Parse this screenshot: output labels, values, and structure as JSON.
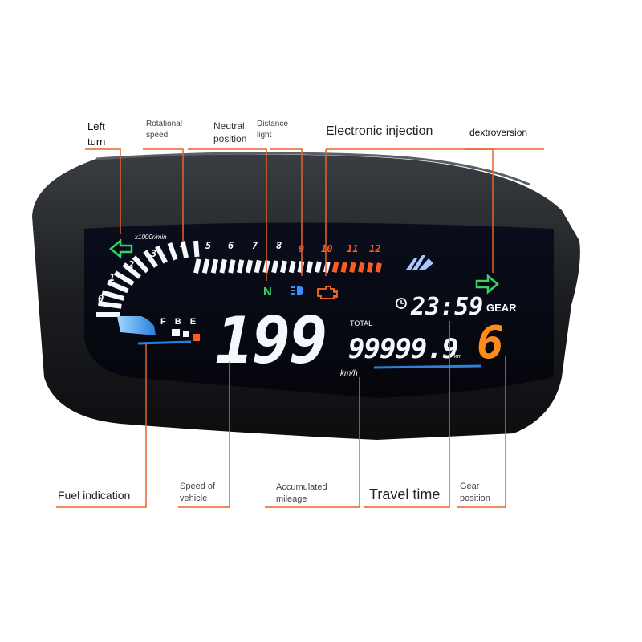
{
  "labels": {
    "left_turn": "Left\nturn",
    "rotational_speed": "Rotational\nspeed",
    "neutral_position": "Neutral\nposition",
    "distance_light": "Distance\nlight",
    "electronic_injection": "Electronic injection",
    "dextroversion": "dextroversion",
    "fuel_indication": "Fuel indication",
    "speed_of_vehicle": "Speed of\nvehicle",
    "accumulated_mileage": "Accumulated\nmileage",
    "travel_time": "Travel time",
    "gear_position": "Gear\nposition"
  },
  "display": {
    "rpm_unit": "x1000r/min",
    "rpm_ticks": [
      "0",
      "1",
      "2",
      "3",
      "4",
      "5",
      "6",
      "7",
      "8",
      "9",
      "10",
      "11",
      "12"
    ],
    "neutral": "N",
    "fuel_letters": "F B E",
    "speed": "199",
    "speed_unit": "km/h",
    "total_label": "TOTAL",
    "odometer": "99999.9",
    "odometer_unit": "km",
    "time": "23:59",
    "gear_label": "GEAR",
    "gear": "6"
  },
  "colors": {
    "accent_orange": "#e8602c",
    "segment_white": "#f4f7fb",
    "segment_blue": "#3fa4f0",
    "green_arrow": "#35d36a",
    "gear_orange": "#ff8c1a",
    "redline": "#ff5a1f"
  },
  "icons": [
    "left-arrow-icon",
    "right-arrow-icon",
    "high-beam-icon",
    "engine-icon",
    "clock-icon",
    "brand-logo-icon"
  ]
}
